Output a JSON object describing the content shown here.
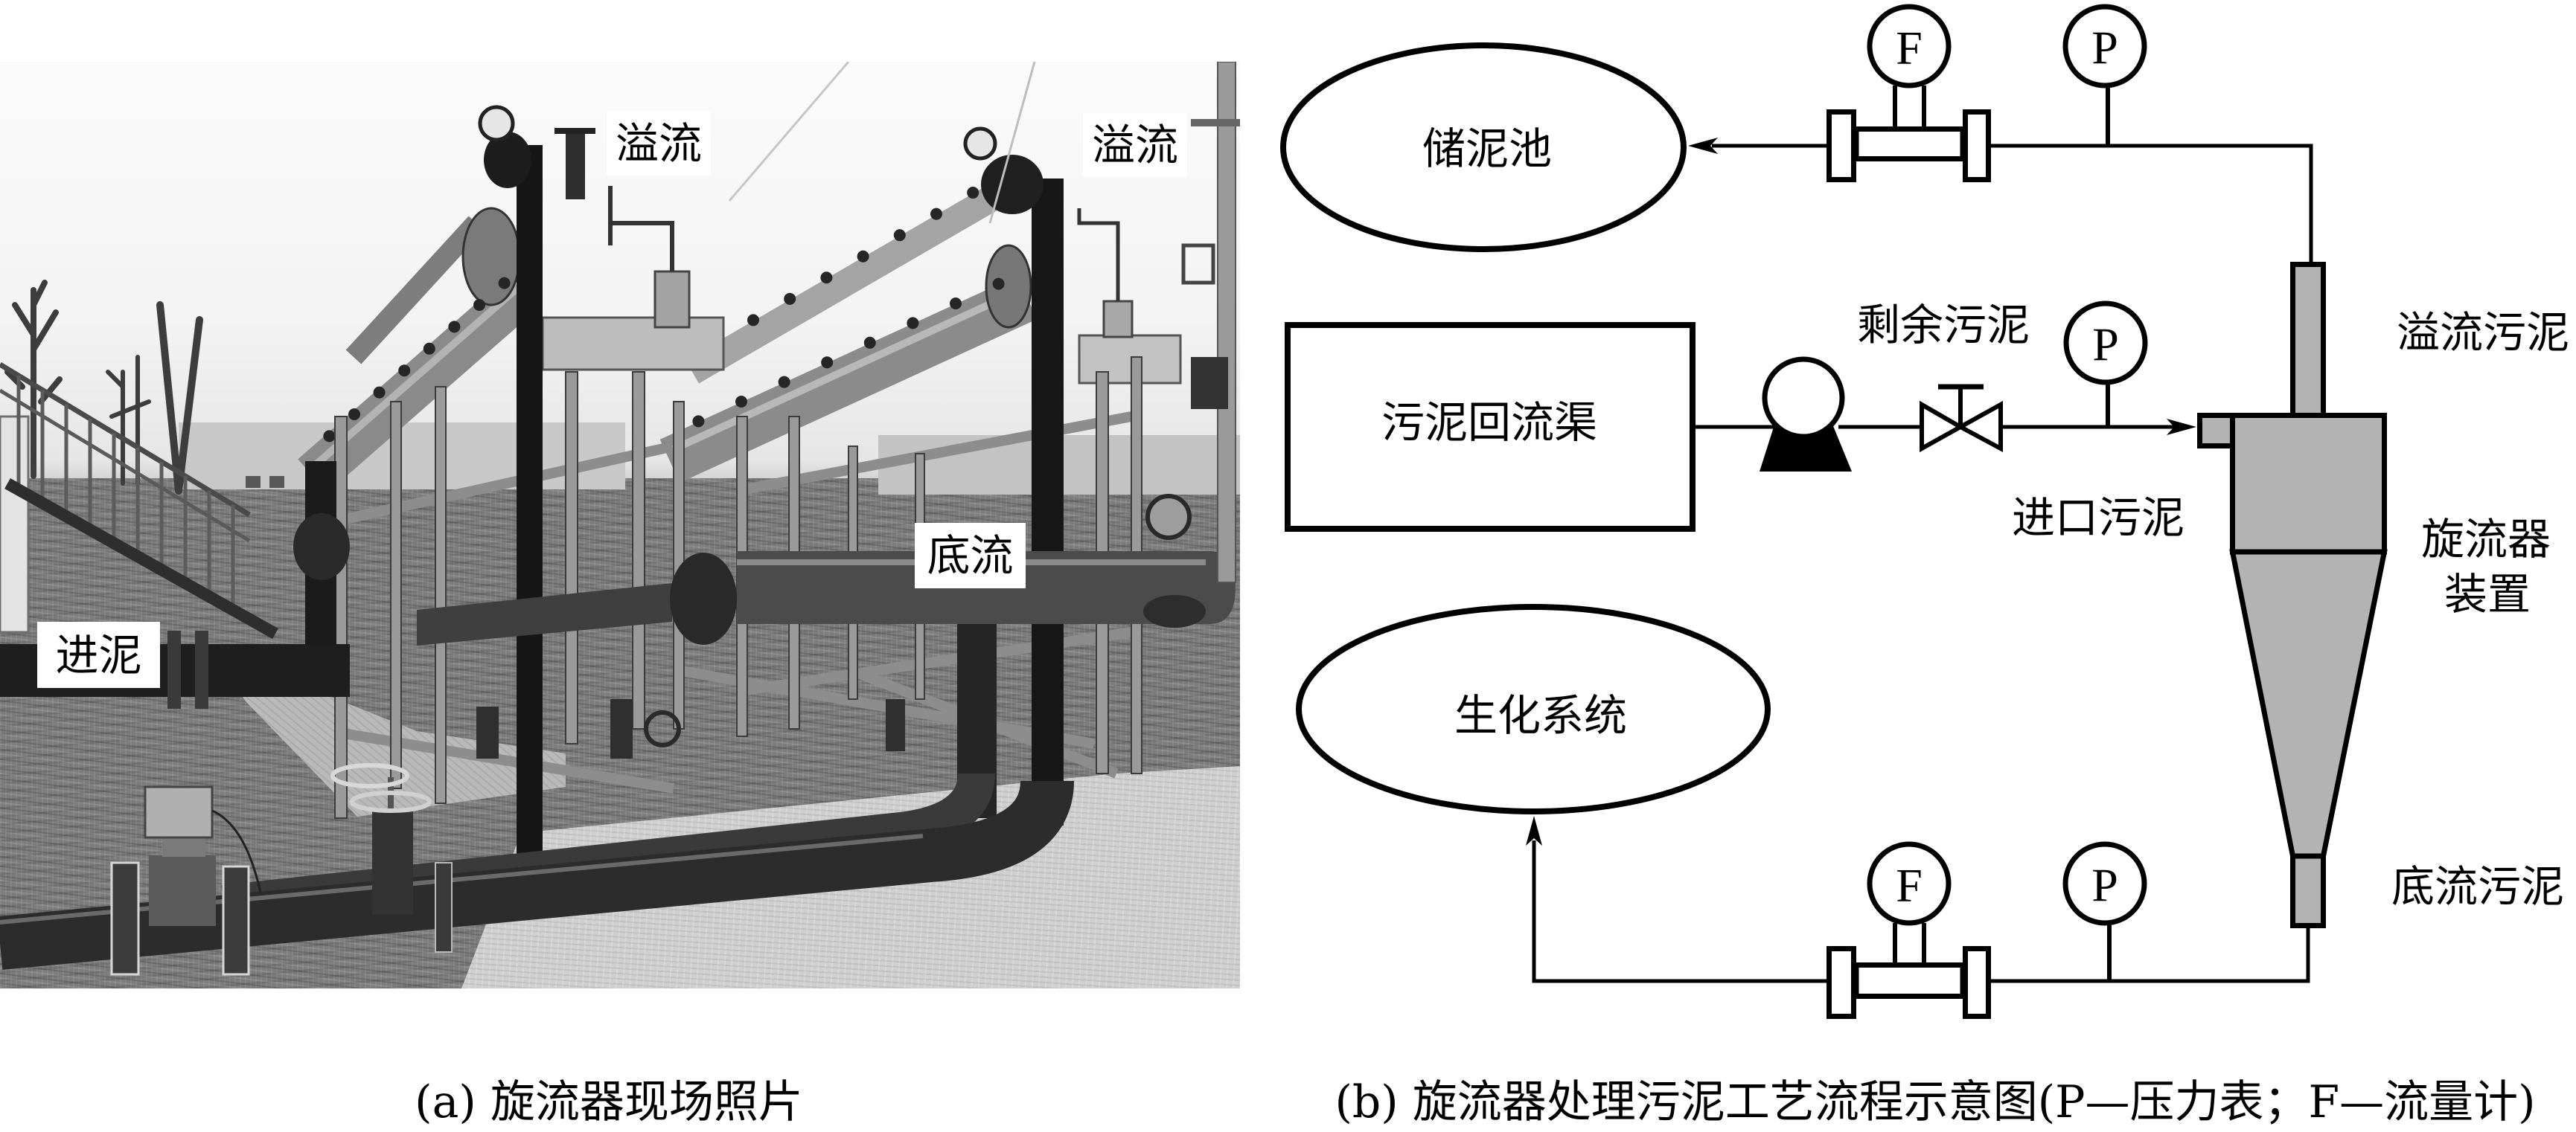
{
  "panel_a": {
    "caption": "(a) 旋流器现场照片",
    "photo_labels": {
      "overflow_left": "溢流",
      "overflow_right": "溢流",
      "underflow": "底流",
      "inlet": "进泥"
    }
  },
  "panel_b": {
    "caption": "(b) 旋流器处理污泥工艺流程示意图(P—压力表；F—流量计)",
    "nodes": {
      "storage_tank": "储泥池",
      "return_channel": "污泥回流渠",
      "biochem_system": "生化系统",
      "cyclone": [
        "旋流器",
        "装置"
      ]
    },
    "stream_labels": {
      "excess_sludge": "剩余污泥",
      "inlet_sludge": "进口污泥",
      "overflow_sludge": "溢流污泥",
      "underflow_sludge": "底流污泥"
    },
    "gauges": {
      "overflow_line": [
        "F",
        "P"
      ],
      "inlet_line": [
        "P"
      ],
      "underflow_line": [
        "F",
        "P"
      ]
    }
  },
  "colors": {
    "line": "#000000",
    "cyclone_fill": "#b3b3b3",
    "background": "#ffffff"
  }
}
